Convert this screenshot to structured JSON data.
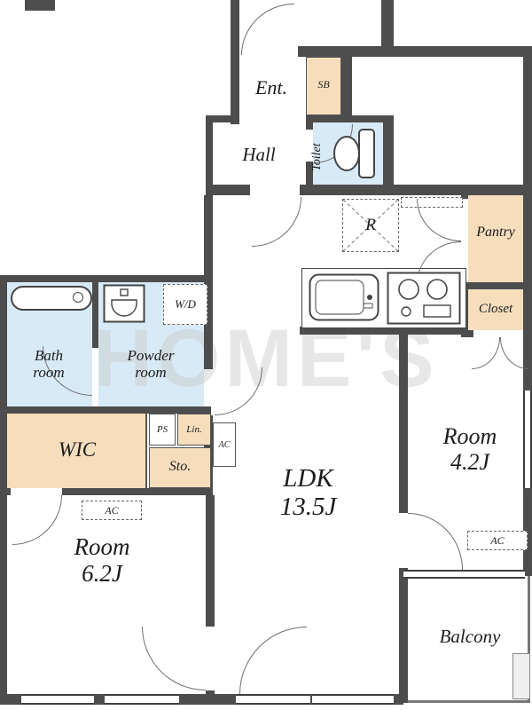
{
  "colors": {
    "wall": "#4d4d4d",
    "storage_fill": "#f6debd",
    "water_fill": "#d9eaf7",
    "arc_line": "#6e6e6e"
  },
  "watermark": "HOME'S",
  "fixtures": [
    "entry-door-arc",
    "bathtub",
    "vanity-sink",
    "toilet-bowl",
    "kitchen-sink",
    "gas-stove",
    "refrigerator-space",
    "upper-cabinet"
  ],
  "labels": {
    "entrance": "Ent.",
    "shoe_box": "SB",
    "hall": "Hall",
    "toilet": "Toilet",
    "refrigerator_space": "R",
    "pantry": "Pantry",
    "closet": "Closet",
    "bath_line1": "Bath",
    "bath_line2": "room",
    "powder_line1": "Powder",
    "powder_line2": "room",
    "washer_dryer": "W/D",
    "wic": "WIC",
    "pipe_space": "PS",
    "linen": "Lin.",
    "storage": "Sto.",
    "air_conditioner": "AC",
    "room_62_line1": "Room",
    "room_62_line2": "6.2J",
    "ldk_line1": "LDK",
    "ldk_line2": "13.5J",
    "room_42_line1": "Room",
    "room_42_line2": "4.2J",
    "balcony": "Balcony"
  }
}
